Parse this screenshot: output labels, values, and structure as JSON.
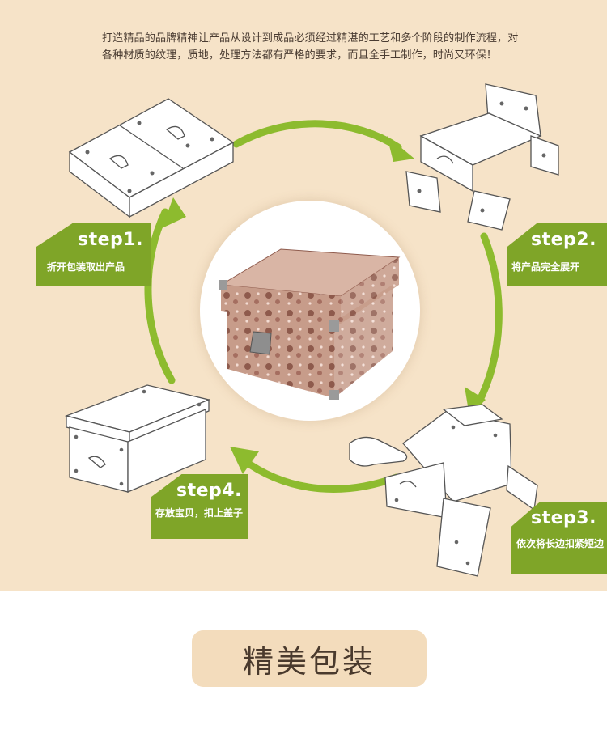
{
  "intro_text": "打造精品的品牌精神让产品从设计到成品必须经过精湛的工艺和多个阶段的制作流程，对各种材质的纹理，质地，处理方法都有严格的要求，而且全手工制作，时尚又环保！",
  "steps": [
    {
      "title": "step1.",
      "desc": "折开包装取出产品"
    },
    {
      "title": "step2.",
      "desc": "将产品完全展开"
    },
    {
      "title": "step3.",
      "desc": "依次将长边扣紧短边"
    },
    {
      "title": "step4.",
      "desc": "存放宝贝，扣上盖子"
    }
  ],
  "section_title": "精美包装",
  "colors": {
    "panel_bg": "#f6e3c8",
    "accent_green": "#7fa528",
    "title_pill": "#f3dcbc"
  }
}
